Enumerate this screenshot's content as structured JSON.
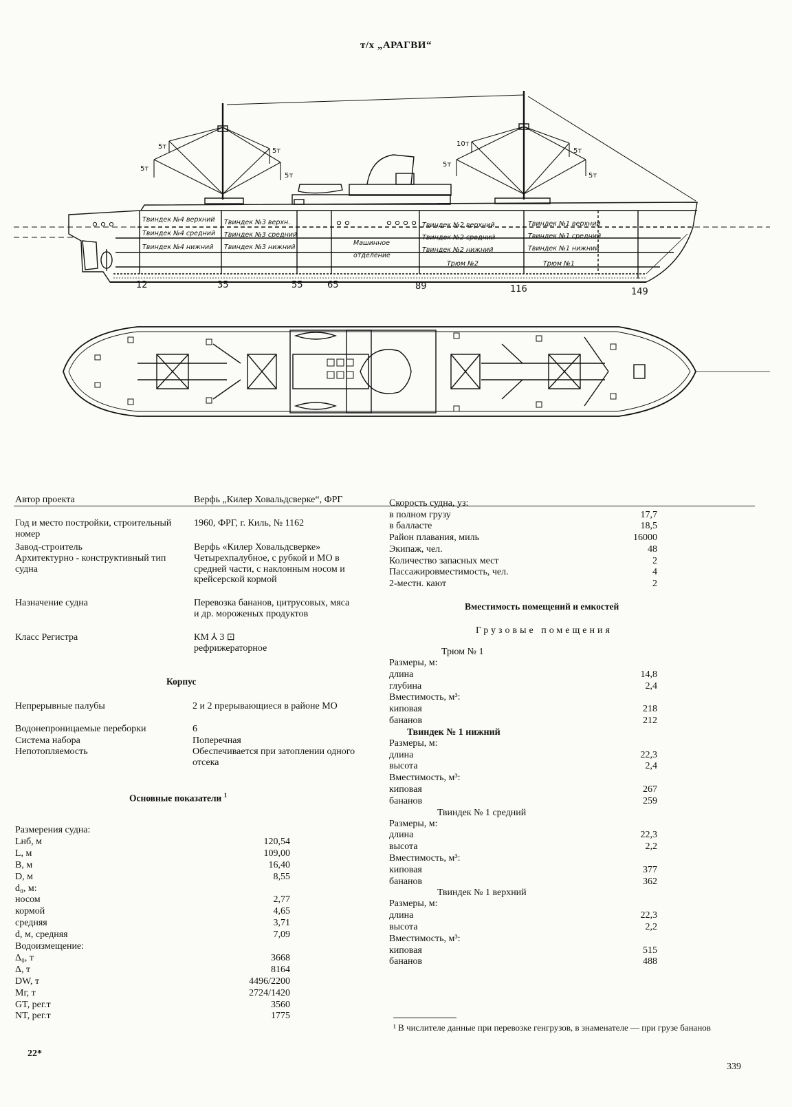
{
  "title": "т/х „АРАГВИ“",
  "drawing": {
    "frames": [
      "12",
      "35",
      "55",
      "65",
      "89",
      "116",
      "149"
    ],
    "loads": [
      "5т",
      "5т",
      "5т",
      "5т",
      "10т",
      "5т",
      "5т",
      "5т"
    ],
    "tweendecks": [
      "Твиндек №4 верхний",
      "Твиндек №4 средний",
      "Твиндек №4 нижний",
      "Твиндек №3 верхн.",
      "Твиндек №3 средний",
      "Твиндек №3 нижний",
      "Твиндек №2 верхний",
      "Твиндек №2 средний",
      "Твиндек №2 нижний",
      "Трюм №2",
      "Твиндек №1 верхний",
      "Твиндек №1 средний",
      "Твиндек №1 нижний",
      "Трюм №1"
    ],
    "engine_room": [
      "Машинное",
      "отделение"
    ]
  },
  "left": {
    "general": [
      {
        "label": "Автор проекта",
        "value": "Верфь „Килер Ховальдсверке“, ФРГ"
      },
      {
        "label": "Год и место постройки, строительный номер",
        "value": "1960, ФРГ, г. Киль, № 1162"
      },
      {
        "label": "Завод-строитель",
        "value": "Верфь «Килер Ховальдсверке»"
      },
      {
        "label": "Архитектурно - конструктивный тип судна",
        "value": "Четырехпалубное, с рубкой и МО в средней части, с наклонным носом и крейсерской кормой"
      },
      {
        "label": "Назначение судна",
        "value": "Перевозка бананов, цитрусовых, мяса и др. мороженых продуктов"
      },
      {
        "label": "Класс Регистра",
        "value": "КМ ⅄ 3 ⊡ рефрижераторное"
      }
    ],
    "hull_heading": "Корпус",
    "hull": [
      {
        "label": "Непрерывные палубы",
        "value": "2 и 2 прерывающиеся в районе МО"
      },
      {
        "label": "Водонепроницаемые переборки",
        "value": "6"
      },
      {
        "label": "Система набора",
        "value": "Поперечная"
      },
      {
        "label": "Непотопляемость",
        "value": "Обеспечивается при затоплении одного отсека"
      }
    ],
    "main_heading": "Основные показатели",
    "main_heading_sup": "1",
    "main": [
      {
        "label": "Размерения судна:",
        "value": ""
      },
      {
        "label": "Lнб, м",
        "value": "120,54"
      },
      {
        "label": "L, м",
        "value": "109,00"
      },
      {
        "label": "B, м",
        "value": "16,40"
      },
      {
        "label": "D, м",
        "value": "8,55"
      },
      {
        "label": "d₀, м:",
        "value": ""
      },
      {
        "label": "носом",
        "value": "2,77"
      },
      {
        "label": "кормой",
        "value": "4,65"
      },
      {
        "label": "средняя",
        "value": "3,71"
      },
      {
        "label": "d, м, средняя",
        "value": "7,09"
      },
      {
        "label": "Водоизмещение:",
        "value": ""
      },
      {
        "label": "Δ₀, т",
        "value": "3668"
      },
      {
        "label": "Δ, т",
        "value": "8164"
      },
      {
        "label": "DW, т",
        "value": "4496/2200"
      },
      {
        "label": "Mг, т",
        "value": "2724/1420"
      },
      {
        "label": "GT, рег.т",
        "value": "3560"
      },
      {
        "label": "NT, рег.т",
        "value": "1775"
      }
    ]
  },
  "right": {
    "speed": [
      {
        "label": "Скорость судна, уз:",
        "value": ""
      },
      {
        "label": "в полном грузу",
        "value": "17,7"
      },
      {
        "label": "в балласте",
        "value": "18,5"
      },
      {
        "label": "Район плавания, миль",
        "value": "16000"
      },
      {
        "label": "Экипаж, чел.",
        "value": "48"
      },
      {
        "label": "Количество запасных мест",
        "value": "2"
      },
      {
        "label": "Пассажировместимость, чел.",
        "value": "4"
      },
      {
        "label": "2-местн. кают",
        "value": "2"
      }
    ],
    "capacity_heading": "Вместимость помещений и емкостей",
    "cargo_heading": "Грузовые помещения",
    "cargo": [
      {
        "title": "Трюм № 1",
        "rows": [
          {
            "label": "Размеры, м:",
            "value": ""
          },
          {
            "label": "длина",
            "value": "14,8"
          },
          {
            "label": "глубина",
            "value": "2,4"
          },
          {
            "label": "Вместимость, м³:",
            "value": ""
          },
          {
            "label": "киповая",
            "value": "218"
          },
          {
            "label": "бананов",
            "value": "212"
          }
        ]
      },
      {
        "title": "Твиндек № 1 нижний",
        "rows": [
          {
            "label": "Размеры, м:",
            "value": ""
          },
          {
            "label": "длина",
            "value": "22,3"
          },
          {
            "label": "высота",
            "value": "2,4"
          },
          {
            "label": "Вместимость, м³:",
            "value": ""
          },
          {
            "label": "киповая",
            "value": "267"
          },
          {
            "label": "бананов",
            "value": "259"
          }
        ]
      },
      {
        "title": "Твиндек № 1 средний",
        "rows": [
          {
            "label": "Размеры, м:",
            "value": ""
          },
          {
            "label": "длина",
            "value": "22,3"
          },
          {
            "label": "высота",
            "value": "2,2"
          },
          {
            "label": "Вместимость, м³:",
            "value": ""
          },
          {
            "label": "киповая",
            "value": "377"
          },
          {
            "label": "бананов",
            "value": "362"
          }
        ]
      },
      {
        "title": "Твиндек № 1 верхний",
        "rows": [
          {
            "label": "Размеры, м:",
            "value": ""
          },
          {
            "label": "длина",
            "value": "22,3"
          },
          {
            "label": "высота",
            "value": "2,2"
          },
          {
            "label": "Вместимость, м³:",
            "value": ""
          },
          {
            "label": "киповая",
            "value": "515"
          },
          {
            "label": "бананов",
            "value": "488"
          }
        ]
      }
    ]
  },
  "footnote": "¹ В числителе данные при перевозке генгрузов, в знаменателе — при грузе бананов",
  "page_number": "339",
  "signature": "22*"
}
